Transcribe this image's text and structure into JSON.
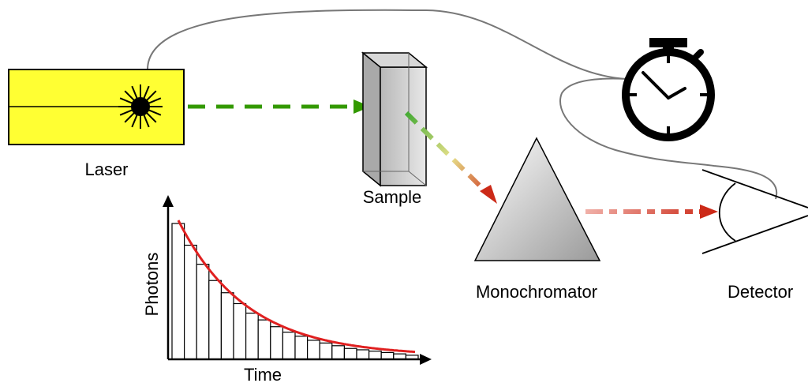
{
  "labels": {
    "laser": "Laser",
    "sample": "Sample",
    "monochromator": "Monochromator",
    "detector": "Detector"
  },
  "histogram": {
    "ylabel": "Photons",
    "xlabel": "Time"
  },
  "colors": {
    "laser_body": "#ffff33",
    "excitation_beam": "#339900",
    "emission_beam": "#cc3322",
    "decay_curve": "#e02020",
    "cable": "#777777"
  },
  "chart_data": {
    "type": "bar",
    "title": "",
    "xlabel": "Time",
    "ylabel": "Photons",
    "values": [
      100,
      84,
      70,
      58,
      49,
      41,
      34,
      29,
      24,
      20,
      17,
      14,
      12,
      10,
      8,
      7,
      6,
      5,
      4,
      3
    ],
    "curve": "exponential-decay",
    "grid": false
  }
}
